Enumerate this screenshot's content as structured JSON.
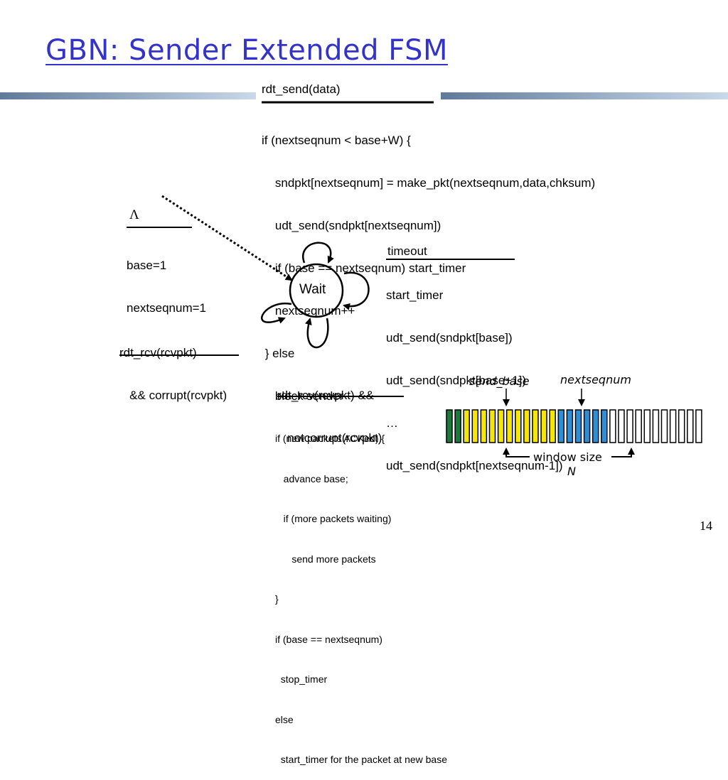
{
  "slide": {
    "title": "GBN: Sender Extended FSM",
    "page_number": "14"
  },
  "fsm": {
    "state": "Wait",
    "init": {
      "event": "Λ",
      "actions": [
        "base=1",
        "nextseqnum=1"
      ]
    },
    "send": {
      "event": "rdt_send(data)",
      "actions": [
        "if (nextseqnum < base+W) {",
        "    sndpkt[nextseqnum] = make_pkt(nextseqnum,data,chksum)",
        "    udt_send(sndpkt[nextseqnum])",
        "    if (base == nextseqnum) start_timer",
        "    nextseqnum++",
        " } else",
        "    block sender"
      ]
    },
    "timeout": {
      "event": "timeout",
      "actions": [
        "start_timer",
        "udt_send(sndpkt[base])",
        "udt_send(sndpkt[base+1])",
        "…",
        "udt_send(sndpkt[nextseqnum-1])"
      ]
    },
    "corrupt": {
      "event_lines": [
        "rdt_rcv(rcvpkt)",
        "   && corrupt(rcvpkt)"
      ]
    },
    "ack": {
      "event_lines": [
        "rdt_rcv(rcvpkt) &&",
        "   notcorrupt(rcvpkt)"
      ],
      "actions": [
        "if (new packets ACKed) {",
        "   advance base;",
        "   if (more packets waiting)",
        "      send more packets",
        "}",
        "if (base == nextseqnum)",
        "  stop_timer",
        "else",
        "  start_timer for the packet at new base"
      ]
    }
  },
  "window_figure": {
    "send_base_label": "send_base",
    "nextseqnum_label": "nextseqnum",
    "window_size_label": "window size",
    "n_label": "N",
    "cells": [
      "acked",
      "acked",
      "sent",
      "sent",
      "sent",
      "sent",
      "sent",
      "sent",
      "sent",
      "sent",
      "sent",
      "sent",
      "sent",
      "usable",
      "usable",
      "usable",
      "usable",
      "usable",
      "usable",
      "unusable",
      "unusable",
      "unusable",
      "unusable",
      "unusable",
      "unusable",
      "unusable",
      "unusable",
      "unusable",
      "unusable",
      "unusable"
    ],
    "colors": {
      "acked": "#1a7a3c",
      "sent": "#f5e60a",
      "usable": "#2f8fd6",
      "unusable": "#ffffff",
      "title": "#3333cc"
    }
  }
}
